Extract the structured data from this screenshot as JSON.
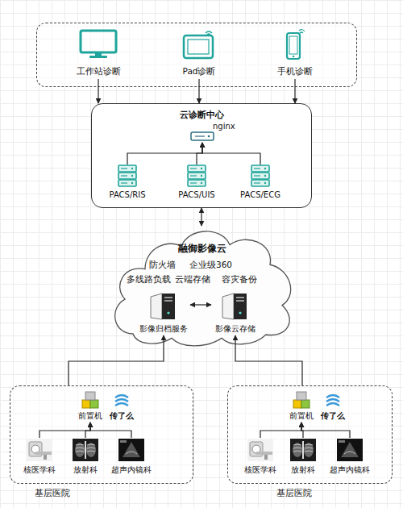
{
  "diagram": {
    "nodes": [
      {
        "text": [
          "工作站诊断"
        ]
      },
      {
        "text": [
          "Pad诊断"
        ]
      },
      {
        "text": [
          "手机诊断"
        ]
      },
      {
        "text": [
          "云诊断中心"
        ]
      },
      {
        "text": [
          "nginx"
        ],
        "in": 3
      },
      {
        "text": [
          "PACS/RIS"
        ],
        "in": 3
      },
      {
        "text": [
          "PACS/UIS"
        ],
        "in": 3
      },
      {
        "text": [
          "PACS/ECG"
        ],
        "in": 3
      },
      {
        "text": [
          "融御影像云"
        ]
      },
      {
        "text": [
          "影像归档服务"
        ],
        "in": 8
      },
      {
        "text": [
          "影像云存储"
        ],
        "in": 8
      },
      {
        "text": [
          "基层医院"
        ]
      },
      {
        "text": [
          "前置机"
        ],
        "in": 11
      },
      {
        "text": [
          "传了么"
        ],
        "in": 11
      },
      {
        "text": [
          "核医学科"
        ],
        "in": 11
      },
      {
        "text": [
          "放射科"
        ],
        "in": 11
      },
      {
        "text": [
          "超声内镜科"
        ],
        "in": 11
      },
      {
        "text": [
          "基层医院"
        ]
      },
      {
        "text": [
          "前置机"
        ],
        "in": 17
      },
      {
        "text": [
          "传了么"
        ],
        "in": 17
      },
      {
        "text": [
          "核医学科"
        ],
        "in": 17
      },
      {
        "text": [
          "放射科"
        ],
        "in": 17
      },
      {
        "text": [
          "超声内镜科"
        ],
        "in": 17
      }
    ],
    "edges": [
      {
        "from": 0,
        "to": 3,
        "arrow": "to"
      },
      {
        "from": 1,
        "to": 3,
        "arrow": "to"
      },
      {
        "from": 2,
        "to": 3,
        "arrow": "to"
      },
      {
        "from": 5,
        "to": 4,
        "arrow": "to"
      },
      {
        "from": 6,
        "to": 4,
        "arrow": "to"
      },
      {
        "from": 7,
        "to": 4,
        "arrow": "to"
      },
      {
        "from": 3,
        "to": 8,
        "arrow": "both"
      },
      {
        "from": 9,
        "to": 10,
        "arrow": "both"
      },
      {
        "from": 11,
        "to": 9,
        "arrow": "to"
      },
      {
        "from": 17,
        "to": 10,
        "arrow": "to"
      },
      {
        "from": 14,
        "to": 12,
        "arrow": "to"
      },
      {
        "from": 15,
        "to": 12,
        "arrow": "to"
      },
      {
        "from": 16,
        "to": 12,
        "arrow": "to"
      },
      {
        "from": 20,
        "to": 18,
        "arrow": "to"
      },
      {
        "from": 21,
        "to": 18,
        "arrow": "to"
      },
      {
        "from": 22,
        "to": 18,
        "arrow": "to"
      }
    ],
    "labels": [
      "防火墙",
      "企业级360",
      "多线路负载",
      "云端存储",
      "容灾备份"
    ]
  }
}
